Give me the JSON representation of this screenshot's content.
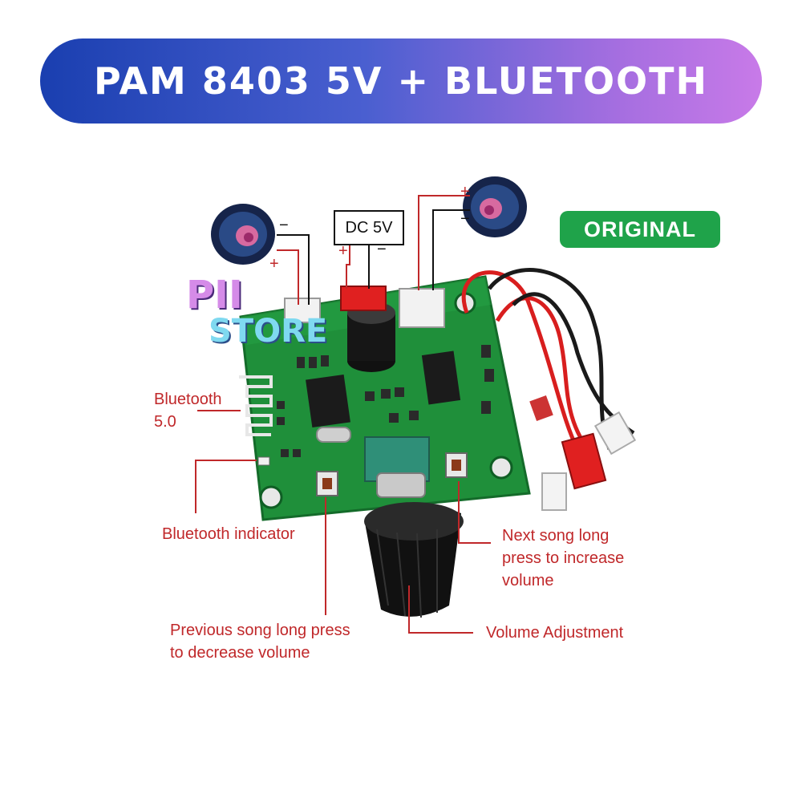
{
  "header": {
    "title": "PAM 8403 5V + BLUETOOTH"
  },
  "badge": {
    "label": "ORIGINAL",
    "color": "#1fa34a"
  },
  "watermark": {
    "line1": "PII",
    "line2": "STORE"
  },
  "power": {
    "label": "DC 5V",
    "plus": "+",
    "minus": "−"
  },
  "speaker_left": {
    "plus": "+",
    "minus": "−"
  },
  "speaker_right": {
    "plus": "+",
    "minus": "−"
  },
  "annotations": {
    "bluetooth": "Bluetooth\n5.0",
    "bluetooth_indicator": "Bluetooth indicator",
    "previous_song": "Previous song long press\nto decrease volume",
    "volume_adjustment": "Volume Adjustment",
    "next_song": "Next song long\npress to increase\nvolume"
  },
  "colors": {
    "annotation": "#c0282a",
    "board": "#1f8f3a",
    "banner_start": "#1a3fb0",
    "banner_end": "#c87ae8"
  }
}
